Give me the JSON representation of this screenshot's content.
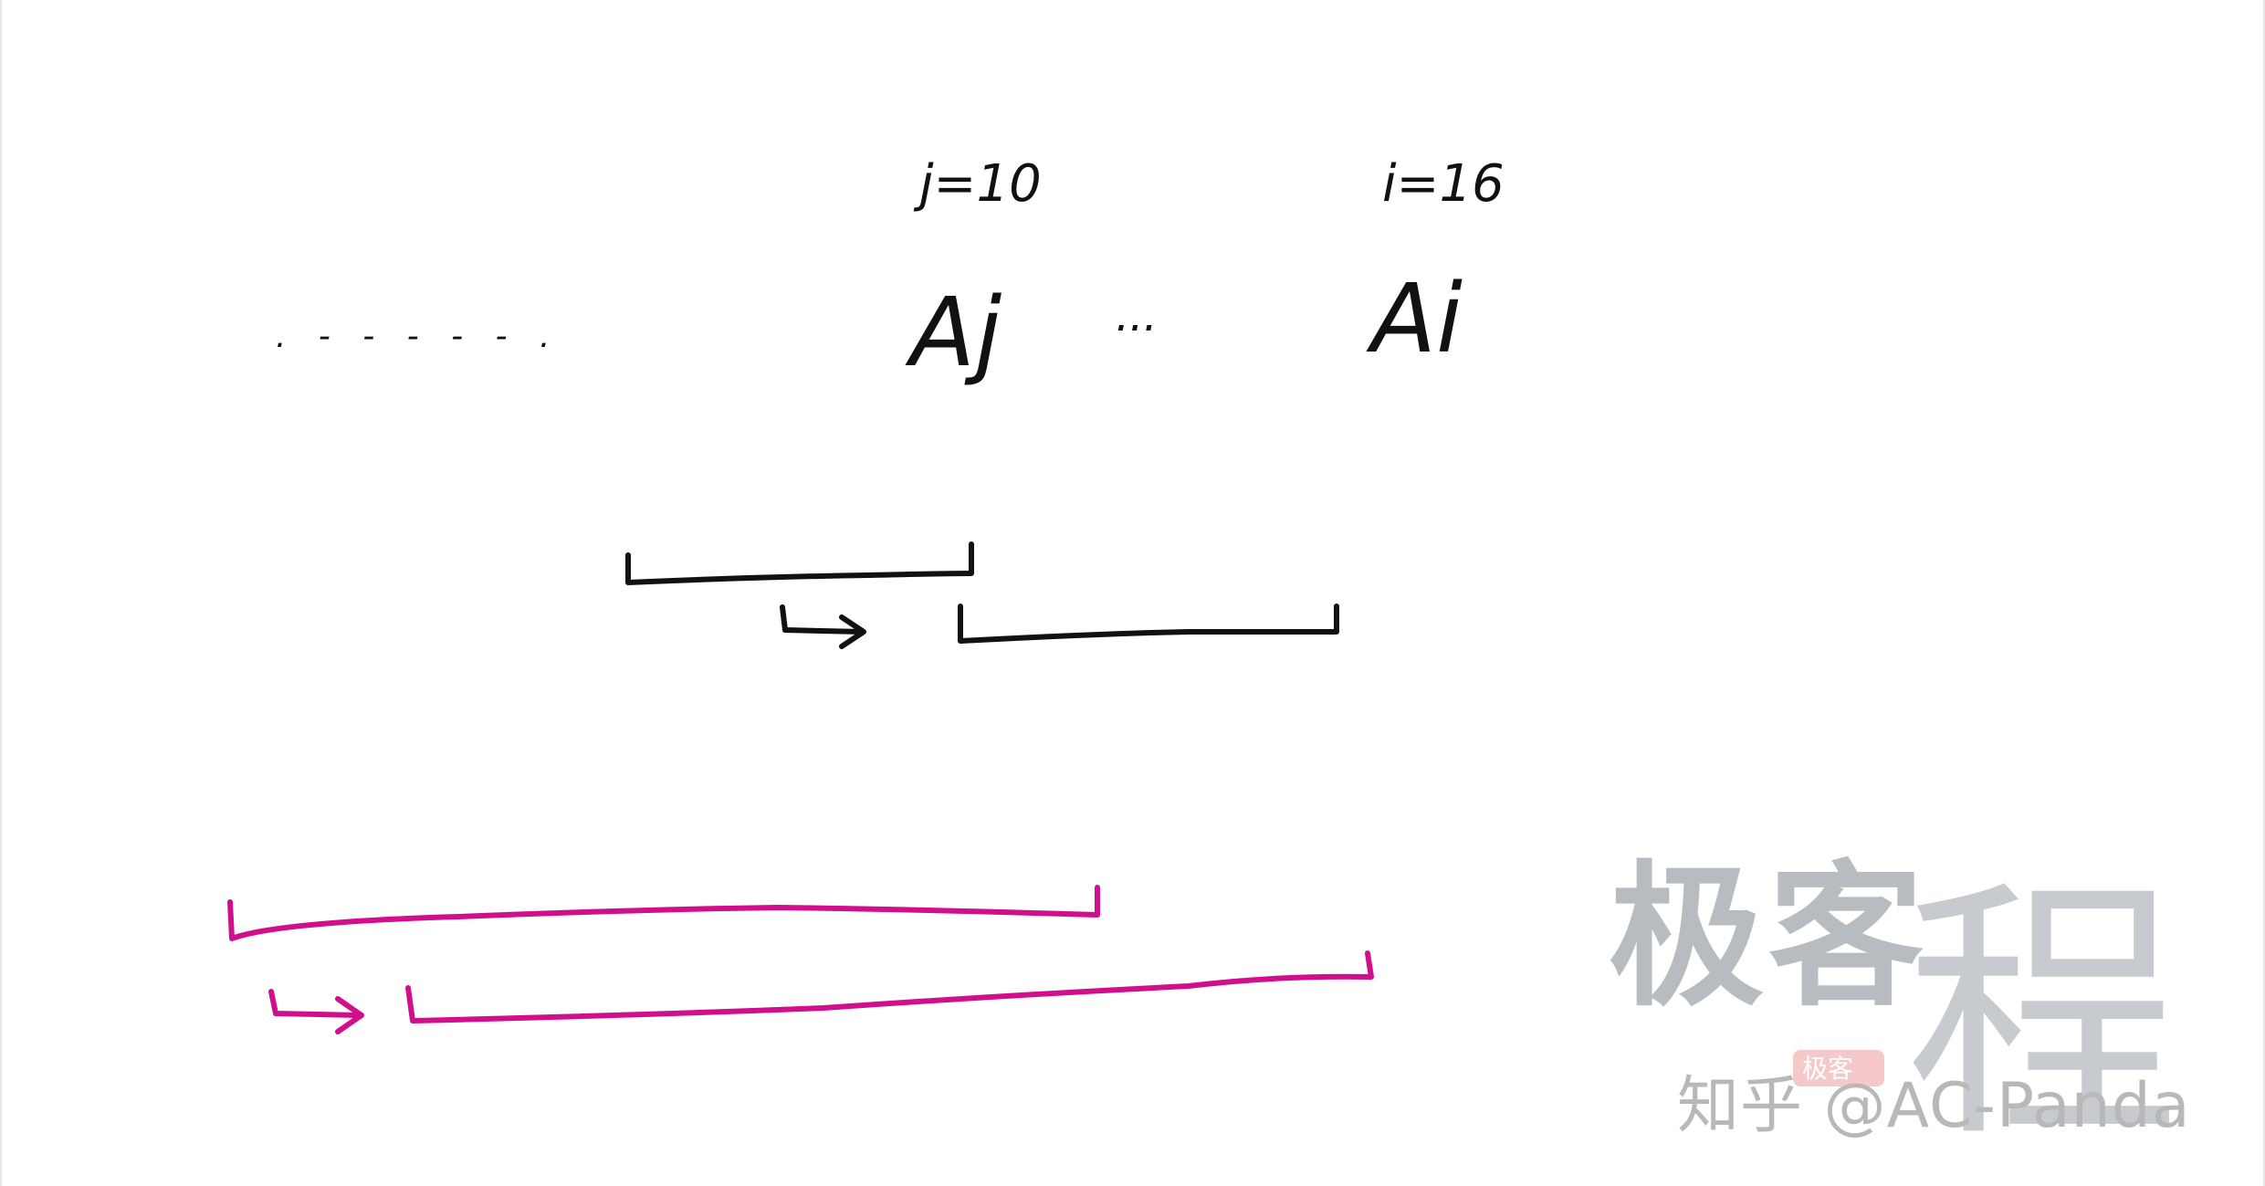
{
  "labels": {
    "j_index": "j=10",
    "i_index": "i=16",
    "a_j": "Aj",
    "a_i": "Ai",
    "ellipsis_middle": "...",
    "ellipsis_left": ". - - - - - ."
  },
  "watermark": {
    "logo_chars": [
      "极",
      "客",
      "程"
    ],
    "stamp_text": "极客",
    "credit": "知乎 @AC-Panda"
  },
  "colors": {
    "ink": "#111111",
    "highlight": "#d10f8c",
    "watermark": "#b8b8b8",
    "background": "#ffffff"
  }
}
